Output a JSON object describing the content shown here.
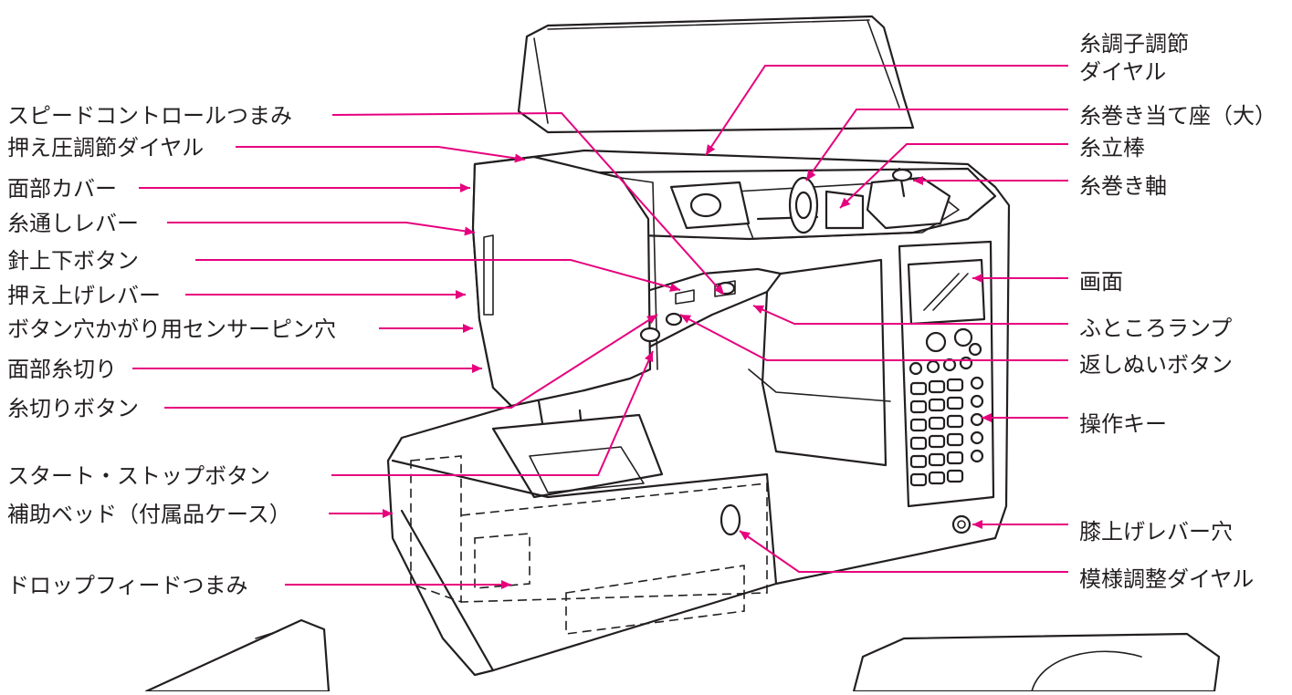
{
  "diagram": {
    "accent_color": "#e6007e",
    "line_color": "#231f20",
    "left_labels": [
      "スピードコントロールつまみ",
      "押え圧調節ダイヤル",
      "面部カバー",
      "糸通しレバー",
      "針上下ボタン",
      "押え上げレバー",
      "ボタン穴かがり用センサーピン穴",
      "面部糸切り",
      "糸切りボタン",
      "スタート・ストップボタン",
      "補助ベッド（付属品ケース）",
      "ドロップフィードつまみ"
    ],
    "right_labels": [
      [
        "糸調子調節",
        "ダイヤル"
      ],
      [
        "糸巻き当て座（大）"
      ],
      [
        "糸立棒"
      ],
      [
        "糸巻き軸"
      ],
      [
        "画面"
      ],
      [
        "ふところランプ"
      ],
      [
        "返しぬいボタン"
      ],
      [
        "操作キー"
      ],
      [
        "膝上げレバー穴"
      ],
      [
        "模様調整ダイヤル"
      ]
    ]
  }
}
